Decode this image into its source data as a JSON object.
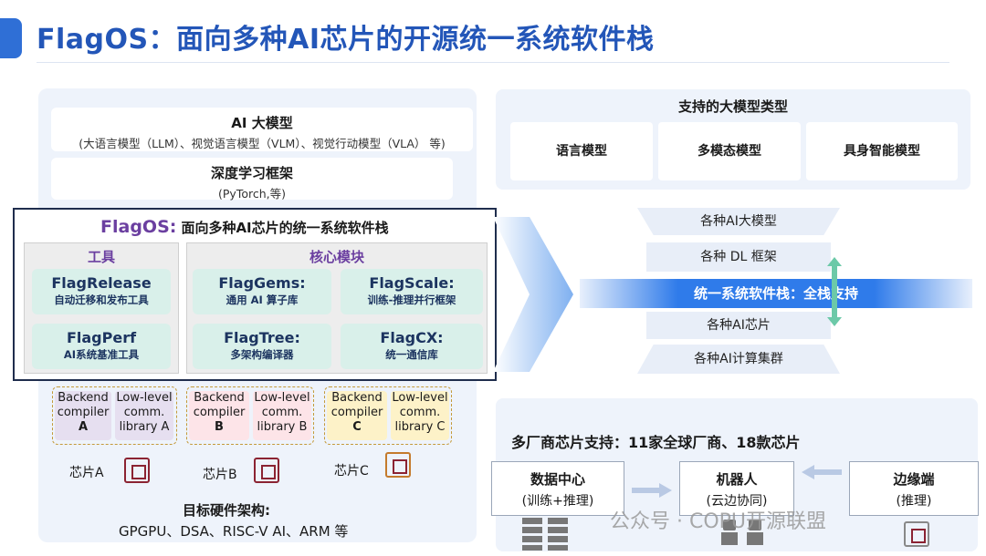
{
  "title": "FlagOS：面向多种AI芯片的开源统一系统软件栈",
  "left": {
    "ai_models": {
      "title": "AI 大模型",
      "sub": "(大语言模型（LLM）、视觉语言模型（VLM）、视觉行动模型（VLA） 等)"
    },
    "dl_framework": {
      "title": "深度学习框架",
      "sub": "(PyTorch,等)"
    },
    "flagos": {
      "name": "FlagOS:",
      "desc": "面向多种AI芯片的统一系统软件栈",
      "tools_head": "工具",
      "core_head": "核心模块",
      "tools": [
        {
          "name": "FlagRelease",
          "desc": "自动迁移和发布工具"
        },
        {
          "name": "FlagPerf",
          "desc": "AI系统基准工具"
        }
      ],
      "core": [
        {
          "name": "FlagGems:",
          "desc": "通用 AI 算子库"
        },
        {
          "name": "FlagScale:",
          "desc": "训练-推理并行框架"
        },
        {
          "name": "FlagTree:",
          "desc": "多架构编译器"
        },
        {
          "name": "FlagCX:",
          "desc": "统一通信库"
        }
      ]
    },
    "backends": [
      {
        "compiler": [
          "Backend",
          "compiler",
          "A"
        ],
        "library": [
          "Low-level",
          "comm.",
          "library A"
        ]
      },
      {
        "compiler": [
          "Backend",
          "compiler",
          "B"
        ],
        "library": [
          "Low-level",
          "comm.",
          "library B"
        ]
      },
      {
        "compiler": [
          "Backend",
          "compiler",
          "C"
        ],
        "library": [
          "Low-level",
          "comm.",
          "library C"
        ]
      }
    ],
    "chips": [
      "芯片A",
      "芯片B",
      "芯片C"
    ],
    "hw_title": "目标硬件架构:",
    "hw_list": "GPGPU、DSA、RISC-V AI、ARM 等"
  },
  "right": {
    "models_title": "支持的大模型类型",
    "models": [
      "语言模型",
      "多模态模型",
      "具身智能模型"
    ],
    "stack": [
      "各种AI大模型",
      "各种 DL 框架",
      "各种AI芯片",
      "各种AI计算集群"
    ],
    "unified": "统一系统软件栈：全栈支持",
    "vendor_title": "多厂商芯片支持：11家全球厂商、18款芯片",
    "destinations": [
      {
        "title": "数据中心",
        "sub": "(训练+推理)"
      },
      {
        "title": "机器人",
        "sub": "(云边协同)"
      },
      {
        "title": "边缘端",
        "sub": "(推理)"
      }
    ],
    "watermark": "公众号 · COPU开源联盟"
  },
  "colors": {
    "title": "#2356b8",
    "accent_purple": "#6b3fa0",
    "module_green": "#d9f0ea",
    "bar_blue": "#2f7bea",
    "chip_red": "#8b2332"
  }
}
